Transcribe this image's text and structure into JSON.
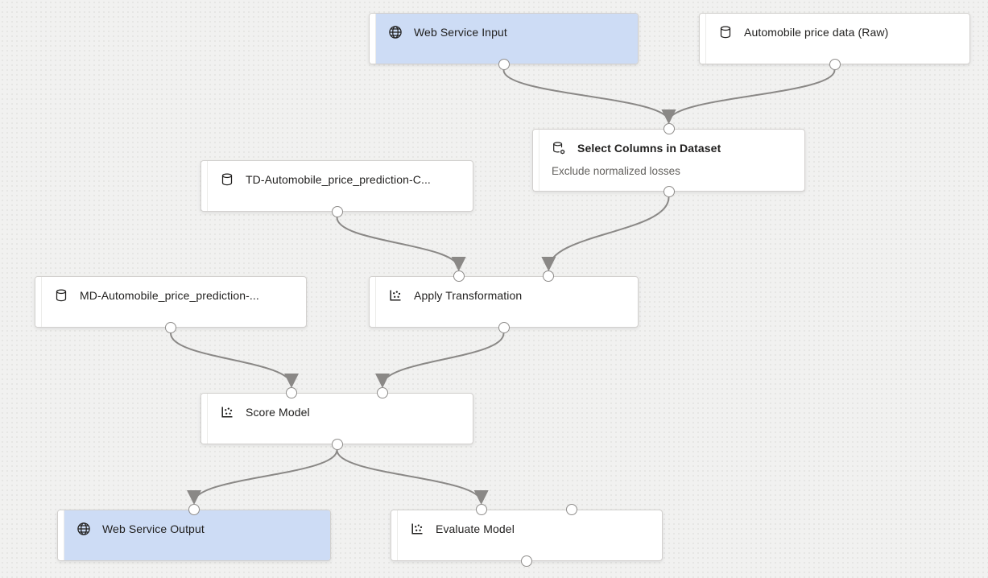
{
  "app": {
    "name": "machine-learning-pipeline-designer"
  },
  "colors": {
    "canvas_background": "#f1f1f0",
    "web_service_node_fill": "#cddcf5",
    "module_node_fill": "#ffffff",
    "node_border": "#d2d0ce",
    "edge_stroke": "#8a8886",
    "port_border": "#8f8d8b",
    "title_text": "#201f1e",
    "subtitle_text": "#63615e"
  },
  "nodes": [
    {
      "id": "web-service-input",
      "label": "Web Service Input",
      "sublabel": "",
      "icon": "globe-icon",
      "variant": "webservice",
      "inputs": 0,
      "outputs": 1
    },
    {
      "id": "automobile-raw",
      "label": "Automobile price data (Raw)",
      "sublabel": "",
      "icon": "database-icon",
      "variant": "module",
      "inputs": 0,
      "outputs": 1
    },
    {
      "id": "select-columns",
      "label": "Select Columns in Dataset",
      "sublabel": "Exclude normalized losses",
      "icon": "select-columns-icon",
      "variant": "module",
      "inputs": 1,
      "outputs": 1
    },
    {
      "id": "td-dataset",
      "label": "TD-Automobile_price_prediction-C...",
      "sublabel": "",
      "icon": "database-icon",
      "variant": "module",
      "inputs": 0,
      "outputs": 1
    },
    {
      "id": "md-dataset",
      "label": "MD-Automobile_price_prediction-...",
      "sublabel": "",
      "icon": "database-icon",
      "variant": "module",
      "inputs": 0,
      "outputs": 1
    },
    {
      "id": "apply-transformation",
      "label": "Apply Transformation",
      "sublabel": "",
      "icon": "scatter-plot-icon",
      "variant": "module",
      "inputs": 2,
      "outputs": 1
    },
    {
      "id": "score-model",
      "label": "Score Model",
      "sublabel": "",
      "icon": "scatter-plot-icon",
      "variant": "module",
      "inputs": 2,
      "outputs": 1
    },
    {
      "id": "web-service-output",
      "label": "Web Service Output",
      "sublabel": "",
      "icon": "globe-icon",
      "variant": "webservice",
      "inputs": 1,
      "outputs": 0
    },
    {
      "id": "evaluate-model",
      "label": "Evaluate Model",
      "sublabel": "",
      "icon": "scatter-plot-icon",
      "variant": "module",
      "inputs": 2,
      "outputs": 1
    }
  ],
  "edges": [
    {
      "from": "web-service-input.out0",
      "to": "select-columns.in0"
    },
    {
      "from": "automobile-raw.out0",
      "to": "select-columns.in0"
    },
    {
      "from": "td-dataset.out0",
      "to": "apply-transformation.in0"
    },
    {
      "from": "select-columns.out0",
      "to": "apply-transformation.in1"
    },
    {
      "from": "md-dataset.out0",
      "to": "score-model.in0"
    },
    {
      "from": "apply-transformation.out0",
      "to": "score-model.in1"
    },
    {
      "from": "score-model.out0",
      "to": "web-service-output.in0"
    },
    {
      "from": "score-model.out0",
      "to": "evaluate-model.in0"
    }
  ]
}
